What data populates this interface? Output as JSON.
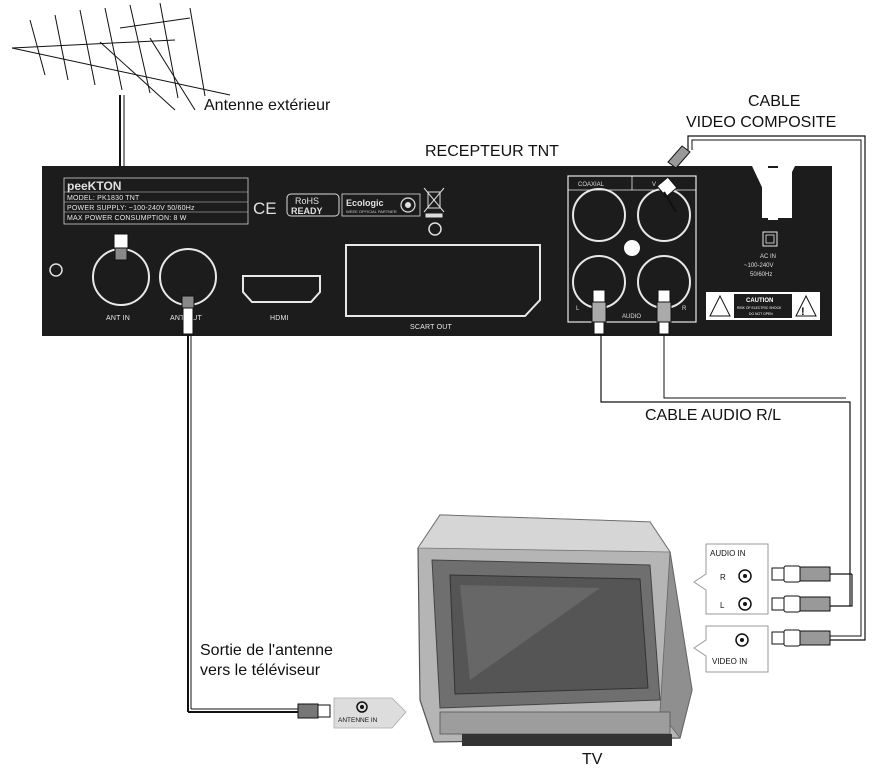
{
  "labels": {
    "antenna": "Antenne extérieur",
    "receiver": "RECEPTEUR TNT",
    "cable_composite_1": "CABLE",
    "cable_composite_2": "VIDEO COMPOSITE",
    "cable_audio": "CABLE AUDIO R/L",
    "sortie_1": "Sortie de l'antenne",
    "sortie_2": "vers le téléviseur",
    "tv": "TV"
  },
  "receiver_panel": {
    "brand": "peeKTON",
    "model": "MODEL: PK1830 TNT",
    "power_supply": "POWER SUPPLY: ~100-240V  50/60Hz",
    "max_power": "MAX POWER CONSUMPTION: 8 W",
    "rohs_1": "RoHS",
    "rohs_2": "READY",
    "ce": "CE",
    "ecologic": "Ecologic",
    "ecologic_sub": "WEEE OFFICIAL PARTNER",
    "ant_in": "ANT IN",
    "ant_out": "ANT OUT",
    "hdmi": "HDMI",
    "scart_out": "SCART OUT",
    "coaxial": "COAXIAL",
    "video": "V",
    "audio": "AUDIO",
    "audio_l": "L",
    "audio_r": "R",
    "ac_in_1": "AC IN",
    "ac_in_2": "~100-240V",
    "ac_in_3": "50/60Hz",
    "caution": "CAUTION",
    "caution_sub_1": "RISK OF ELECTRIC SHOCK",
    "caution_sub_2": "DO NOT OPEN"
  },
  "tv_panel": {
    "audio_in": "AUDIO IN",
    "r": "R",
    "l": "L",
    "video_in": "VIDEO IN",
    "antenna_in": "ANTENNE IN"
  },
  "colors": {
    "panel": "#1c1c1c",
    "line": "#111111",
    "tv_body": "#a8a8a8",
    "tv_screen": "#5a5a5a"
  }
}
